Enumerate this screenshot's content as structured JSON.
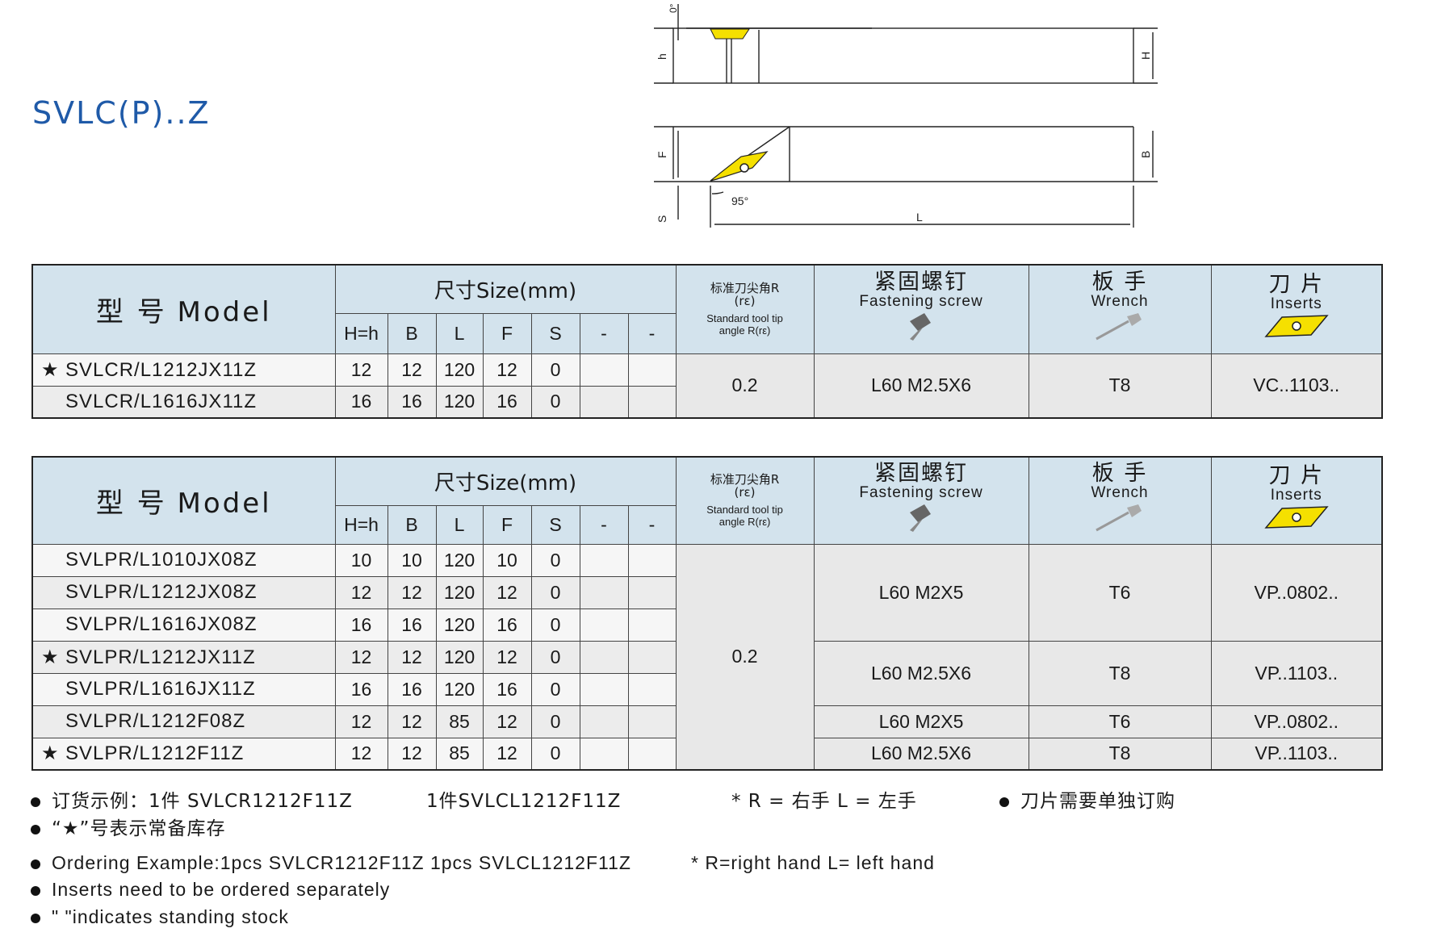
{
  "title": "SVLC(P)..Z",
  "drawing": {
    "labels": {
      "h": "h",
      "H": "H",
      "F": "F",
      "B": "B",
      "S": "S",
      "L": "L",
      "top_angle": "0°",
      "approach_angle": "95°"
    }
  },
  "table1": {
    "header": {
      "model_cn": "型  号",
      "model_en": "Model",
      "size": "尺寸Size(mm)",
      "cols": [
        "H=h",
        "B",
        "L",
        "F",
        "S",
        "-",
        "-"
      ],
      "angle_cn": "标准刀尖角R",
      "angle_re": "(rε)",
      "angle_en1": "Standard tool tip",
      "angle_en2": "angle R(rε)",
      "screw_cn": "紧固螺钉",
      "screw_en": "Fastening screw",
      "wrench_cn": "板 手",
      "wrench_en": "Wrench",
      "insert_cn": "刀 片",
      "insert_en": "Inserts"
    },
    "rows": [
      {
        "star": "★",
        "model": "SVLCR/L1212JX11Z",
        "Hh": "12",
        "B": "12",
        "L": "120",
        "F": "12",
        "S": "0"
      },
      {
        "star": "",
        "model": "SVLCR/L1616JX11Z",
        "Hh": "16",
        "B": "16",
        "L": "120",
        "F": "16",
        "S": "0"
      }
    ],
    "angle": "0.2",
    "screw": "L60 M2.5X6",
    "wrench": "T8",
    "insert": "VC..1103.."
  },
  "table2": {
    "rows": [
      {
        "star": "",
        "model": "SVLPR/L1010JX08Z",
        "Hh": "10",
        "B": "10",
        "L": "120",
        "F": "10",
        "S": "0"
      },
      {
        "star": "",
        "model": "SVLPR/L1212JX08Z",
        "Hh": "12",
        "B": "12",
        "L": "120",
        "F": "12",
        "S": "0"
      },
      {
        "star": "",
        "model": "SVLPR/L1616JX08Z",
        "Hh": "16",
        "B": "16",
        "L": "120",
        "F": "16",
        "S": "0"
      },
      {
        "star": "★",
        "model": "SVLPR/L1212JX11Z",
        "Hh": "12",
        "B": "12",
        "L": "120",
        "F": "12",
        "S": "0"
      },
      {
        "star": "",
        "model": "SVLPR/L1616JX11Z",
        "Hh": "16",
        "B": "16",
        "L": "120",
        "F": "16",
        "S": "0"
      },
      {
        "star": "",
        "model": "SVLPR/L1212F08Z",
        "Hh": "12",
        "B": "12",
        "L": "85",
        "F": "12",
        "S": "0"
      },
      {
        "star": "★",
        "model": "SVLPR/L1212F11Z",
        "Hh": "12",
        "B": "12",
        "L": "85",
        "F": "12",
        "S": "0"
      }
    ],
    "angle": "0.2",
    "groups": [
      {
        "screw": "L60 M2X5",
        "wrench": "T6",
        "insert": "VP..0802.."
      },
      {
        "screw": "L60 M2.5X6",
        "wrench": "T8",
        "insert": "VP..1103.."
      },
      {
        "screw": "L60 M2X5",
        "wrench": "T6",
        "insert": "VP..0802.."
      },
      {
        "screw": "L60 M2.5X6",
        "wrench": "T8",
        "insert": "VP..1103.."
      }
    ]
  },
  "notes": {
    "cn_order": "订货示例：1件 SVLCR1212F11Z",
    "cn_order2": "1件SVLCL1212F11Z",
    "cn_hand": "* R = 右手     L = 左手",
    "cn_insert": "刀片需要单独订购",
    "cn_stock": "“★”号表示常备库存",
    "en_order": "Ordering Example:1pcs SVLCR1212F11Z   1pcs SVLCL1212F11Z",
    "en_hand": "* R=right hand      L= left hand",
    "en_insert": "Inserts need to be ordered separately",
    "en_stock": "\"     \"indicates standing stock"
  },
  "colors": {
    "title": "#1f5aa8",
    "header_bg": "#d3e3ed",
    "insert_yellow": "#f5e000"
  }
}
